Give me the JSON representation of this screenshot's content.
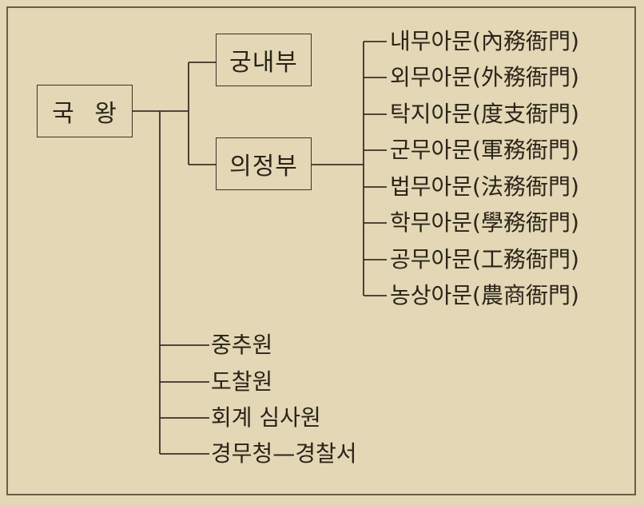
{
  "root": {
    "label": "국 왕"
  },
  "level1": [
    {
      "label": "궁내부"
    },
    {
      "label": "의정부"
    }
  ],
  "ministries": [
    {
      "label": "내무아문(內務衙門)"
    },
    {
      "label": "외무아문(外務衙門)"
    },
    {
      "label": "탁지아문(度支衙門)"
    },
    {
      "label": "군무아문(軍務衙門)"
    },
    {
      "label": "법무아문(法務衙門)"
    },
    {
      "label": "학무아문(學務衙門)"
    },
    {
      "label": "공무아문(工務衙門)"
    },
    {
      "label": "농상아문(農商衙門)"
    }
  ],
  "direct_offices": [
    {
      "label": "중추원"
    },
    {
      "label": "도찰원"
    },
    {
      "label": "회계 심사원"
    },
    {
      "label": "경무청—경찰서"
    }
  ],
  "colors": {
    "paper": "#e3d7b6",
    "ink": "#2a2418"
  }
}
